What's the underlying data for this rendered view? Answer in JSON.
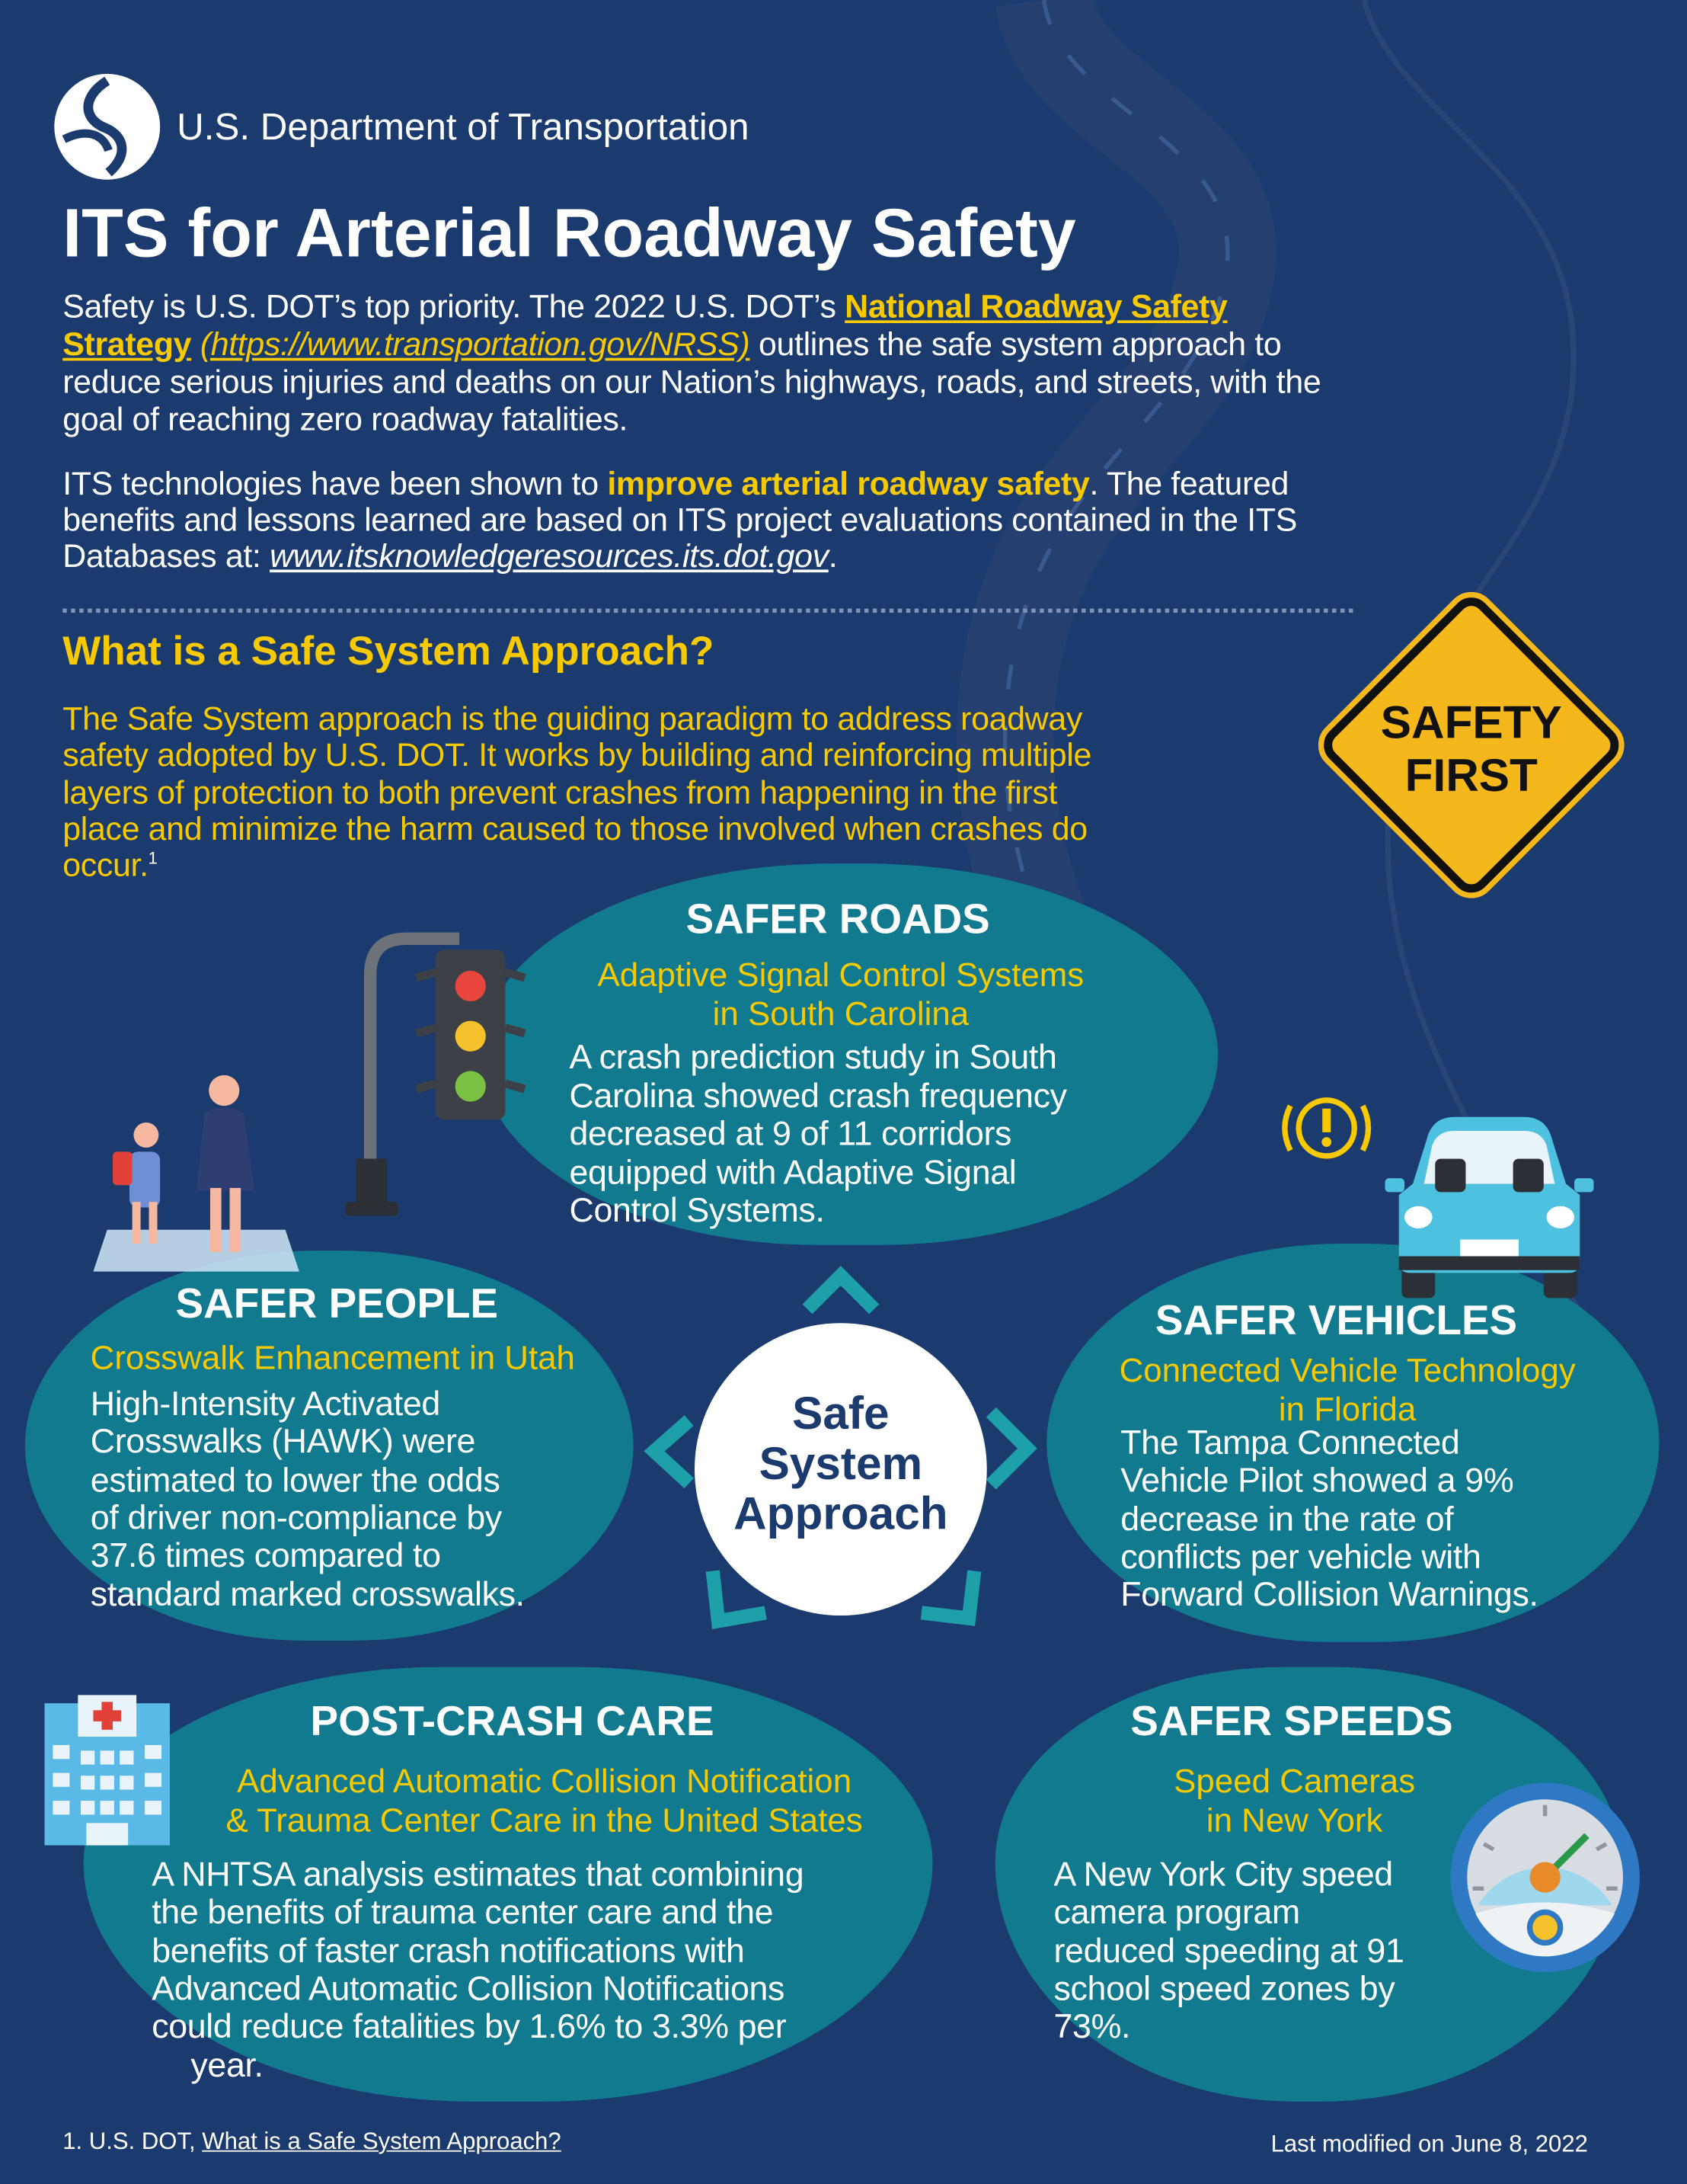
{
  "colors": {
    "background": "#1b3a6e",
    "teal": "#127a8e",
    "yellow": "#f7c900",
    "sign": "#f5b81c",
    "circle_text": "#1b3a6e"
  },
  "header": {
    "org_name": "U.S. Department of Transportation",
    "title": "ITS for Arterial Roadway Safety"
  },
  "intro": {
    "p1_a": "Safety is U.S. DOT’s top priority. The 2022 U.S. DOT’s ",
    "p1_link1": "National Roadway Safety",
    "p1_link2": "Strategy",
    "p1_url": "(https://www.transportation.gov/NRSS)",
    "p1_b": " outlines the safe system approach to",
    "p1_c": "reduce serious injuries and deaths on our Nation’s highways, roads, and streets, with the",
    "p1_d": "goal of reaching zero roadway fatalities.",
    "p2_a": "ITS technologies have been shown to ",
    "p2_highlight": "improve arterial roadway safety",
    "p2_b": ". The featured",
    "p2_c": "benefits and lessons learned are based on ITS project evaluations contained in the ITS",
    "p2_d": "Databases at: ",
    "p2_link": "www.itsknowledgeresources.its.dot.gov",
    "p2_e": "."
  },
  "safe_system": {
    "heading": "What is a Safe System Approach?",
    "lines": [
      "The Safe System approach is the guiding paradigm to address roadway",
      "safety adopted by U.S. DOT. It works by building and reinforcing multiple",
      "layers of protection to both prevent crashes from happening in the first",
      "place and minimize the harm caused to those involved when crashes do",
      "occur."
    ],
    "footnote_mark": "1",
    "sign_lines": [
      "SAFETY",
      "FIRST"
    ],
    "center_lines": [
      "Safe",
      "System",
      "Approach"
    ]
  },
  "sections": {
    "roads": {
      "heading": "SAFER ROADS",
      "subtitle": [
        "Adaptive Signal Control Systems",
        "in South Carolina"
      ],
      "body": [
        "A crash prediction study in South",
        "Carolina showed crash frequency",
        "decreased at 9 of 11 corridors",
        "equipped with Adaptive Signal",
        "Control Systems."
      ]
    },
    "people": {
      "heading": "SAFER PEOPLE",
      "subtitle": [
        "Crosswalk Enhancement in Utah"
      ],
      "body": [
        "High-Intensity Activated",
        "Crosswalks (HAWK) were",
        "estimated to lower the odds",
        "of driver non-compliance by",
        "37.6 times compared to",
        "standard marked crosswalks."
      ]
    },
    "vehicles": {
      "heading": "SAFER VEHICLES",
      "subtitle": [
        "Connected Vehicle Technology",
        "in Florida"
      ],
      "body": [
        "The Tampa Connected",
        "Vehicle Pilot showed a 9%",
        "decrease in the rate of",
        "conflicts per vehicle with",
        "Forward Collision Warnings."
      ]
    },
    "postcrash": {
      "heading": "POST-CRASH CARE",
      "subtitle": [
        "Advanced Automatic Collision Notification",
        "& Trauma Center Care in the United States"
      ],
      "body": [
        "A NHTSA analysis estimates that combining",
        "the benefits of trauma center care and the",
        "benefits of faster crash notifications with",
        "Advanced Automatic Collision Notifications",
        "could reduce fatalities by 1.6% to 3.3% per",
        "year."
      ]
    },
    "speeds": {
      "heading": "SAFER SPEEDS",
      "subtitle": [
        "Speed Cameras",
        "in New York"
      ],
      "body": [
        "A New York City speed",
        "camera program",
        "reduced speeding at 91",
        "school speed zones by",
        "73%."
      ]
    }
  },
  "footer": {
    "note_prefix": "1. U.S. DOT, ",
    "note_link": "What is a Safe System Approach?",
    "modified": "Last modified on June 8, 2022"
  }
}
